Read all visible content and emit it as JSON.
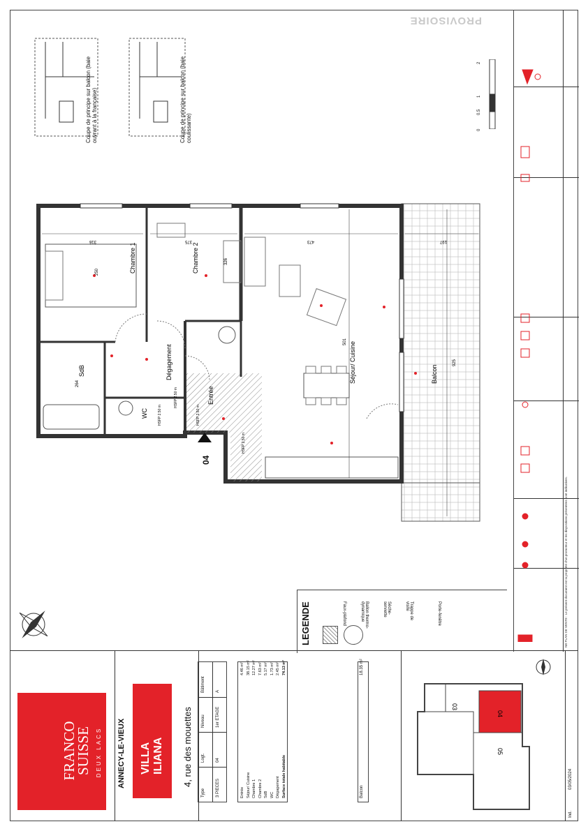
{
  "watermark": "PROVISOIRE",
  "brand": {
    "line1": "FRANCO",
    "line2": "SUISSE",
    "sub": "DEUX LACS"
  },
  "city": "ANNECY-LE-VIEUX",
  "project": {
    "line1": "VILLA",
    "line2": "ILIANA"
  },
  "address": "4, rue des mouettes",
  "info_table": {
    "headers": [
      "Type",
      "Logt.",
      "Niveau",
      "Bâtiment"
    ],
    "values": [
      "3 PIECES",
      "04",
      "1er ETAGE",
      "A"
    ]
  },
  "areas": [
    {
      "label": "Entrée",
      "value": "4.46 m²"
    },
    {
      "label": "Séjour/ Cuisine",
      "value": "38.15 m²"
    },
    {
      "label": "Chambre 1",
      "value": "12.27 m²"
    },
    {
      "label": "Chambre 2",
      "value": "7.63 m²"
    },
    {
      "label": "SdB",
      "value": "5.17 m²"
    },
    {
      "label": "WC",
      "value": "1.73 m²"
    },
    {
      "label": "Dégagement",
      "value": "2.45 m²"
    }
  ],
  "total": {
    "label": "Surface totale habitable",
    "value": "74.13 m²"
  },
  "balcony": {
    "label": "Balcon",
    "value": "18.35 m²"
  },
  "date": "03/05/2024",
  "ind": "Ind.",
  "legend_title": "LEGENDE",
  "legend_items": [
    "Faux-plafond",
    "Ballon thermo-dynamique",
    "Sèche-serviette",
    "Trappe de visite",
    "Porte-fenêtre"
  ],
  "rooms": {
    "chambre1": "Chambre 1",
    "chambre2": "Chambre 2",
    "sejour": "Séjour/ Cuisine",
    "balcon": "Balcon",
    "sdb": "SdB",
    "wc": "WC",
    "degagement": "Dégagement",
    "entree": "Entrée"
  },
  "heights": [
    "HSFP 2.50 m",
    "HSFP 2.50 m",
    "HSFP 2.50 m",
    "HSFP 2.50 m"
  ],
  "dims": [
    "316",
    "375",
    "473",
    "197",
    "326",
    "264",
    "250",
    "501",
    "925"
  ],
  "lot_marker": "04",
  "section_labels": [
    "Coupe de principe sur balcon (baie ouvrant à la française)",
    "Coupe de principe sur balcon (baie coulissante)"
  ],
  "scale_ticks": [
    "0",
    "0.5",
    "1",
    "2"
  ],
  "keyplan_lots": [
    "03",
    "04",
    "05"
  ],
  "notes": "NB PLAN DE VENTE : Le présent document est la propriété d'un promoteur et les dispositions présentées sont indicatives.",
  "colors": {
    "brand_red": "#e32229",
    "wall": "#333333",
    "hatch": "#888888"
  }
}
